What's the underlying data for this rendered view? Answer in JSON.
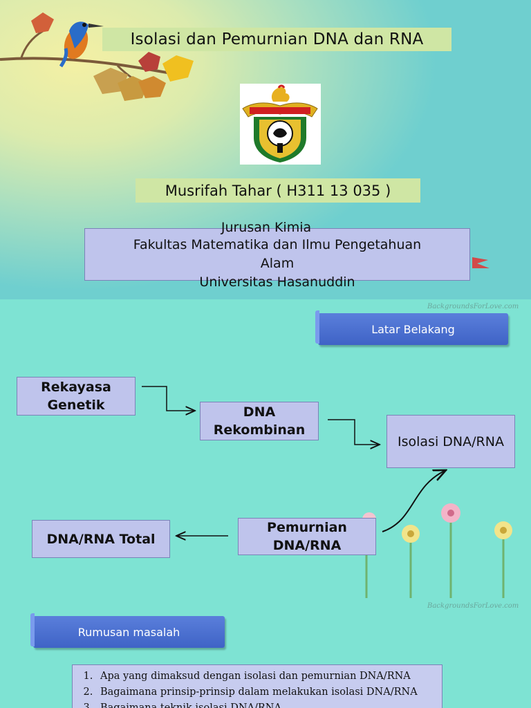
{
  "slide1": {
    "title": "Isolasi dan Pemurnian DNA dan RNA",
    "author": "Musrifah Tahar   ( H311 13 035 )",
    "department": "Jurusan Kimia",
    "faculty_line1": "Fakultas Matematika dan Ilmu Pengetahuan",
    "faculty_line2": "Alam",
    "university": "Universitas Hasanuddin",
    "logo_icon": "university-emblem-icon",
    "decoration_icon": "kingfisher-bird-branch-icon",
    "colors": {
      "title_bg": "#cfe6a4",
      "box_bg": "#bfc4ec"
    }
  },
  "slide2": {
    "banner_top": "Latar Belakang",
    "banner_bottom": "Rumusan masalah",
    "nodes": {
      "rekayasa": "Rekayasa Genetik",
      "dna_rekombinan": "DNA Rekombinan",
      "isolasi": "Isolasi DNA/RNA",
      "pemurnian": "Pemurnian DNA/RNA",
      "total": "DNA/RNA Total"
    },
    "questions": [
      "Apa yang dimaksud dengan isolasi dan pemurnian DNA/RNA",
      "Bagaimana prinsip-prinsip dalam melakukan isolasi DNA/RNA",
      "Bagaimana teknik isolasi DNA/RNA"
    ],
    "watermark": "BackgroundsForLove.com",
    "colors": {
      "bg": "#7ee3d3",
      "banner": "#4a6fd0",
      "box_bg": "#bfc4ec"
    }
  }
}
